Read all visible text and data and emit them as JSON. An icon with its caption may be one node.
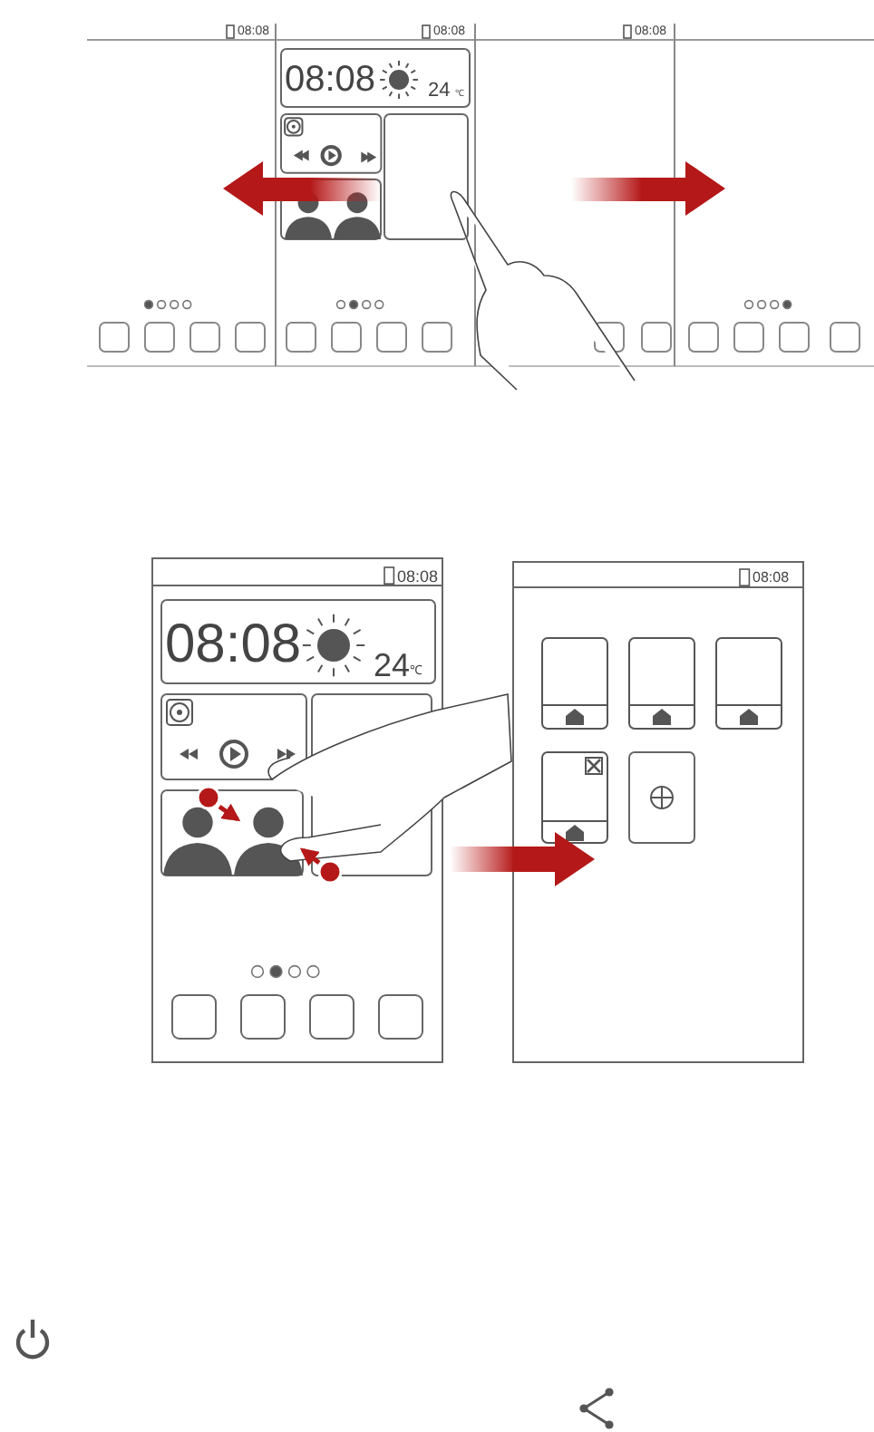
{
  "diagram": {
    "labels": [
      "08:08",
      "08:08",
      "08:08",
      "08:08",
      "24",
      "℃",
      "08:08",
      "08:08",
      "08:08",
      "24",
      "℃"
    ]
  }
}
